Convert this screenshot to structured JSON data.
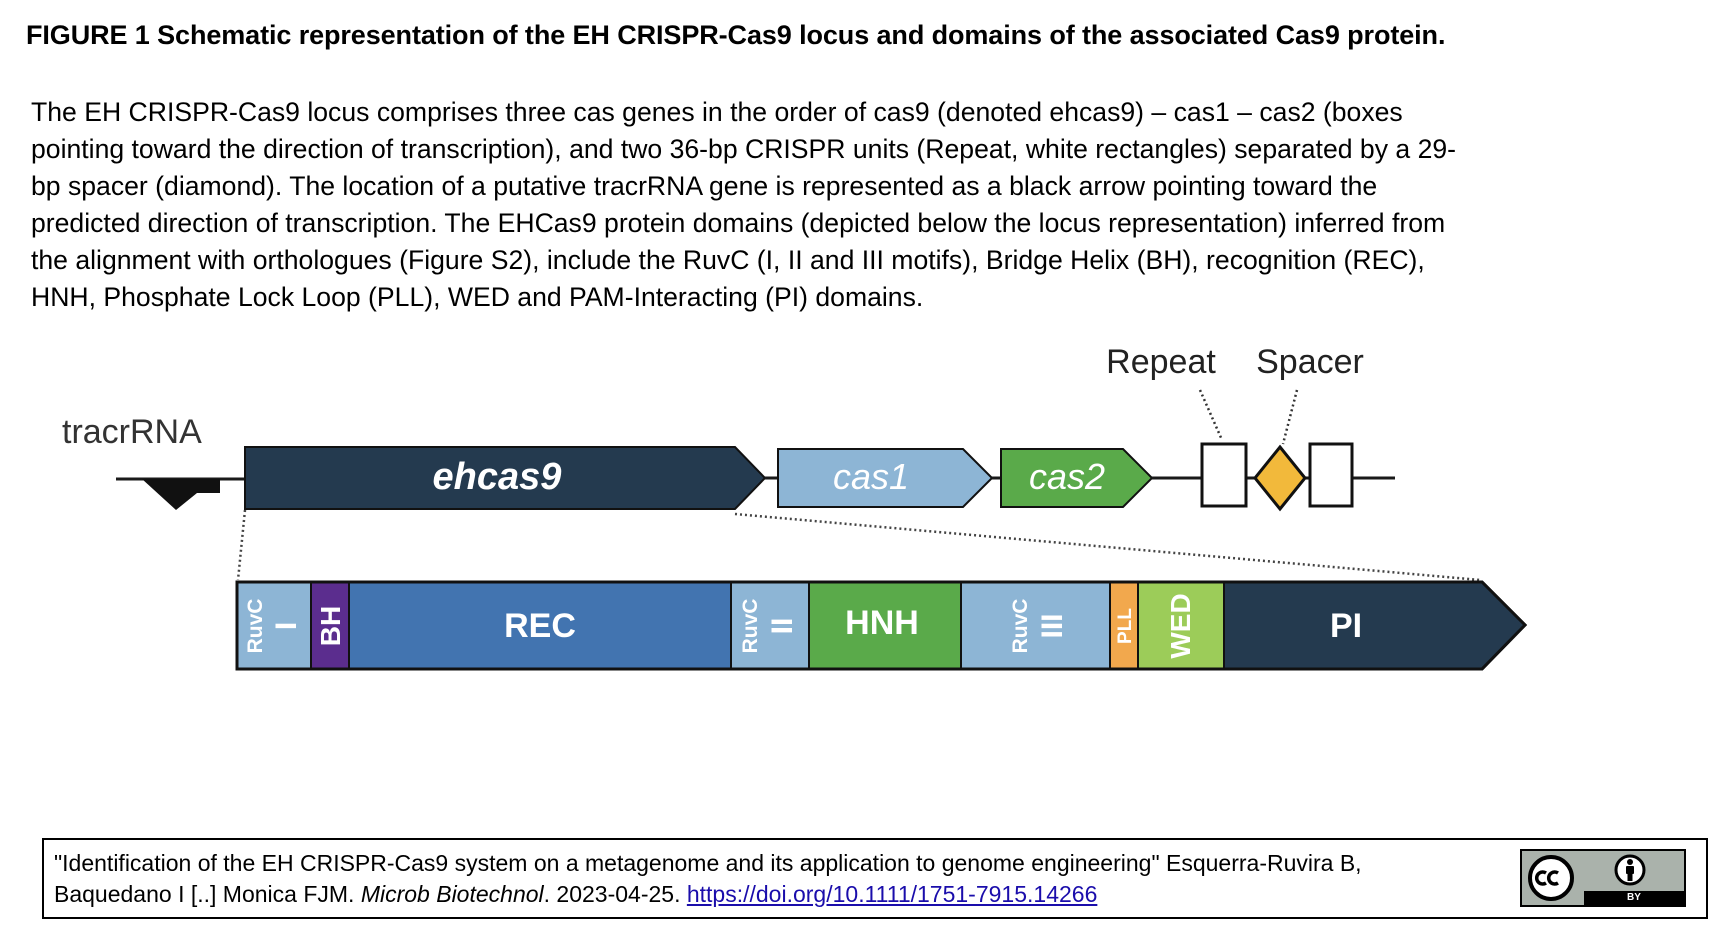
{
  "figure": {
    "title": "FIGURE 1 Schematic representation of the EH CRISPR-Cas9 locus and domains of the associated Cas9 protein.",
    "caption_lines": [
      "The EH CRISPR-Cas9 locus comprises three cas genes in the order of cas9 (denoted ehcas9) – cas1 – cas2 (boxes",
      "pointing toward the direction of transcription), and two 36-bp CRISPR units (Repeat, white rectangles) separated by a 29-",
      "bp spacer (diamond). The location of a putative tracrRNA gene is represented as a black arrow pointing toward the",
      "predicted direction of transcription. The EHCas9 protein domains (depicted below the locus representation) inferred from",
      "the alignment with orthologues (Figure S2), include the RuvC (I, II and III motifs), Bridge Helix (BH), recognition (REC),",
      "HNH, Phosphate Lock Loop (PLL), WED and PAM-Interacting (PI) domains."
    ]
  },
  "diagram": {
    "labels": {
      "tracrrna": "tracrRNA",
      "repeat": "Repeat",
      "spacer": "Spacer"
    },
    "genes": [
      {
        "label": "ehcas9",
        "color": "#243a4f"
      },
      {
        "label": "cas1",
        "color": "#8db5d5"
      },
      {
        "label": "cas2",
        "color": "#5aaa4a"
      }
    ],
    "crispr_colors": {
      "repeat": "#ffffff",
      "spacer": "#f2b93b"
    },
    "domains": [
      {
        "name": "RuvC",
        "motif": "I",
        "color": "#8db5d5"
      },
      {
        "name": "BH",
        "color": "#5b2d8e"
      },
      {
        "name": "REC",
        "color": "#4274b0"
      },
      {
        "name": "RuvC",
        "motif": "II",
        "color": "#8db5d5"
      },
      {
        "name": "HNH",
        "color": "#5aaa4a"
      },
      {
        "name": "RuvC",
        "motif": "III",
        "color": "#8db5d5"
      },
      {
        "name": "PLL",
        "color": "#f2a84d"
      },
      {
        "name": "WED",
        "color": "#9ccc59"
      },
      {
        "name": "PI",
        "color": "#243a4f"
      }
    ]
  },
  "citation": {
    "line1": "\"Identification of the EH CRISPR-Cas9 system on a metagenome and its application to genome engineering\" Esquerra-Ruvira B,",
    "line2_authors": "Baquedano I [..] Monica FJM. ",
    "journal": "Microb Biotechnol",
    "date": ". 2023-04-25. ",
    "doi": "https://doi.org/10.1111/1751-7915.14266",
    "license_label": "BY"
  }
}
